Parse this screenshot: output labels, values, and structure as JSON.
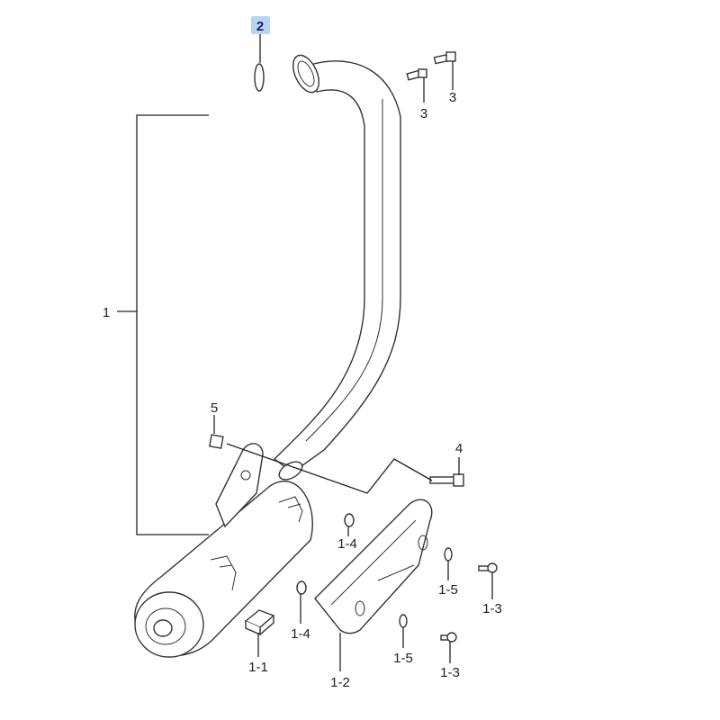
{
  "callouts": {
    "c1": "1",
    "c1_1": "1-1",
    "c1_2": "1-2",
    "c1_3a": "1-3",
    "c1_3b": "1-3",
    "c1_4a": "1-4",
    "c1_4b": "1-4",
    "c1_5a": "1-5",
    "c1_5b": "1-5",
    "c2": "2",
    "c3a": "3",
    "c3b": "3",
    "c4": "4",
    "c5": "5"
  },
  "highlight": {
    "part": "2",
    "color": "#b8d4f5"
  }
}
